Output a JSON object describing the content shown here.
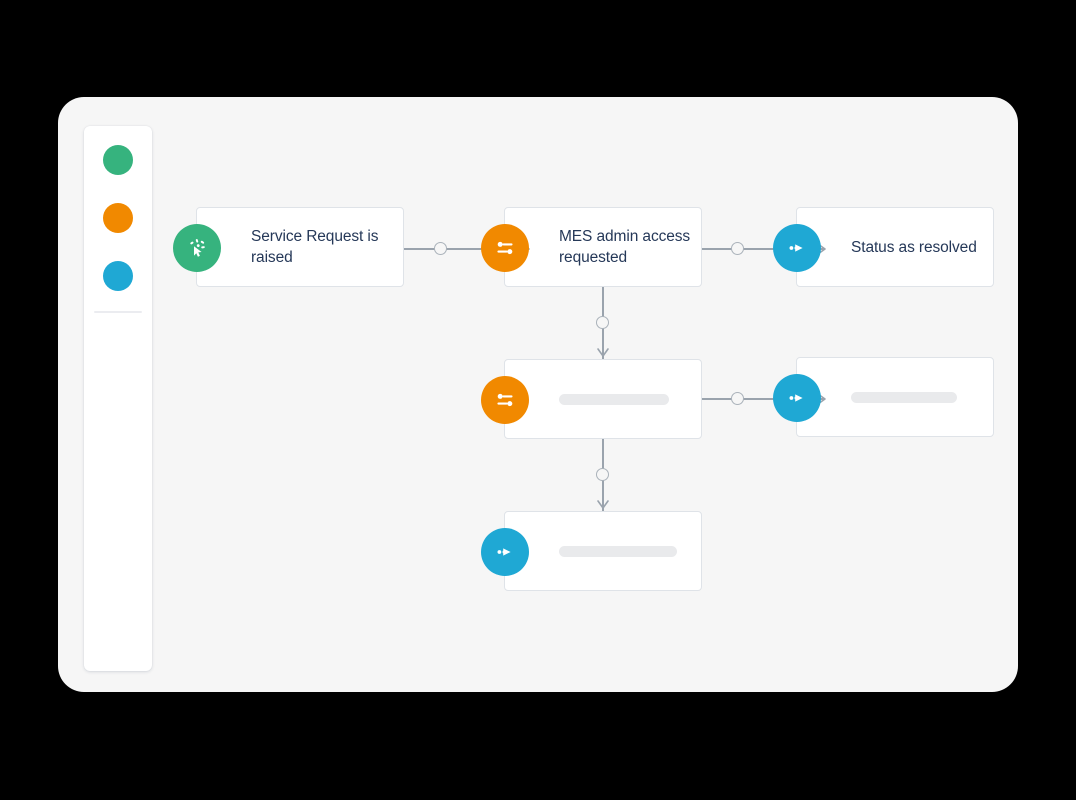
{
  "meta": {
    "title": "Automation rule flow diagram",
    "background_color": "#000000",
    "canvas_color": "#f6f6f6"
  },
  "colors": {
    "green": "#36b37e",
    "orange": "#f18900",
    "blue": "#1fa8d4",
    "text": "#253858",
    "card_border": "#dfe3e8",
    "connector": "#9aa3ad",
    "skeleton": "#e9eaec"
  },
  "sidebar": {
    "items": [
      {
        "name": "trigger-swatch",
        "color": "#36b37e",
        "icon": "trigger-cursor-icon"
      },
      {
        "name": "condition-swatch",
        "color": "#f18900",
        "icon": "sliders-filter-icon"
      },
      {
        "name": "action-swatch",
        "color": "#1fa8d4",
        "icon": "action-arrow-icon"
      }
    ],
    "divider": true
  },
  "flow": {
    "nodes": [
      {
        "id": "node-trigger",
        "label": "Service Request is\nraised",
        "badge_icon": "trigger-cursor-icon",
        "badge_color": "#36b37e",
        "kind": "trigger",
        "has_label": true
      },
      {
        "id": "node-condition-1",
        "label": "MES admin access\nrequested",
        "badge_icon": "sliders-filter-icon",
        "badge_color": "#f18900",
        "kind": "condition",
        "has_label": true
      },
      {
        "id": "node-action-1",
        "label": "Status as resolved",
        "badge_icon": "action-arrow-icon",
        "badge_color": "#1fa8d4",
        "kind": "action",
        "has_label": true
      },
      {
        "id": "node-condition-2",
        "label": "",
        "badge_icon": "sliders-filter-icon",
        "badge_color": "#f18900",
        "kind": "condition",
        "has_label": false
      },
      {
        "id": "node-action-2",
        "label": "",
        "badge_icon": "action-arrow-icon",
        "badge_color": "#1fa8d4",
        "kind": "action",
        "has_label": false
      },
      {
        "id": "node-action-3",
        "label": "",
        "badge_icon": "action-arrow-icon",
        "badge_color": "#1fa8d4",
        "kind": "action",
        "has_label": false
      }
    ],
    "connectors": [
      {
        "id": "conn-trigger-to-condition-1",
        "from": "node-trigger",
        "to": "node-condition-1",
        "orientation": "horizontal",
        "has_midpoint_dot": true,
        "has_arrowhead": true
      },
      {
        "id": "conn-condition-1-to-action-1",
        "from": "node-condition-1",
        "to": "node-action-1",
        "orientation": "horizontal",
        "has_midpoint_dot": true,
        "has_arrowhead": true
      },
      {
        "id": "conn-condition-1-to-condition-2",
        "from": "node-condition-1",
        "to": "node-condition-2",
        "orientation": "vertical",
        "has_midpoint_dot": true,
        "has_arrowhead": true
      },
      {
        "id": "conn-condition-2-to-action-2",
        "from": "node-condition-2",
        "to": "node-action-2",
        "orientation": "horizontal",
        "has_midpoint_dot": true,
        "has_arrowhead": true
      },
      {
        "id": "conn-condition-2-to-action-3",
        "from": "node-condition-2",
        "to": "node-action-3",
        "orientation": "vertical",
        "has_midpoint_dot": true,
        "has_arrowhead": true
      }
    ]
  }
}
